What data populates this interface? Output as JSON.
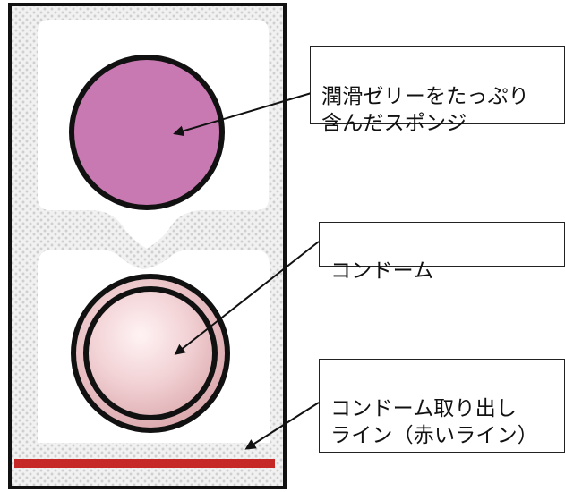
{
  "labels": {
    "sponge": "潤滑ゼリーをたっぷり\n含んだスポンジ",
    "condom": "コンドーム",
    "removal_line": "コンドーム取り出し\nライン（赤いライン）"
  },
  "colors": {
    "outline": "#111111",
    "package_dots": "#cfcfcf",
    "sponge_fill": "#c979b1",
    "condom_fill_light": "#fff1f2",
    "condom_fill_dark": "#dfb0b4",
    "removal_line": "#c62828"
  }
}
